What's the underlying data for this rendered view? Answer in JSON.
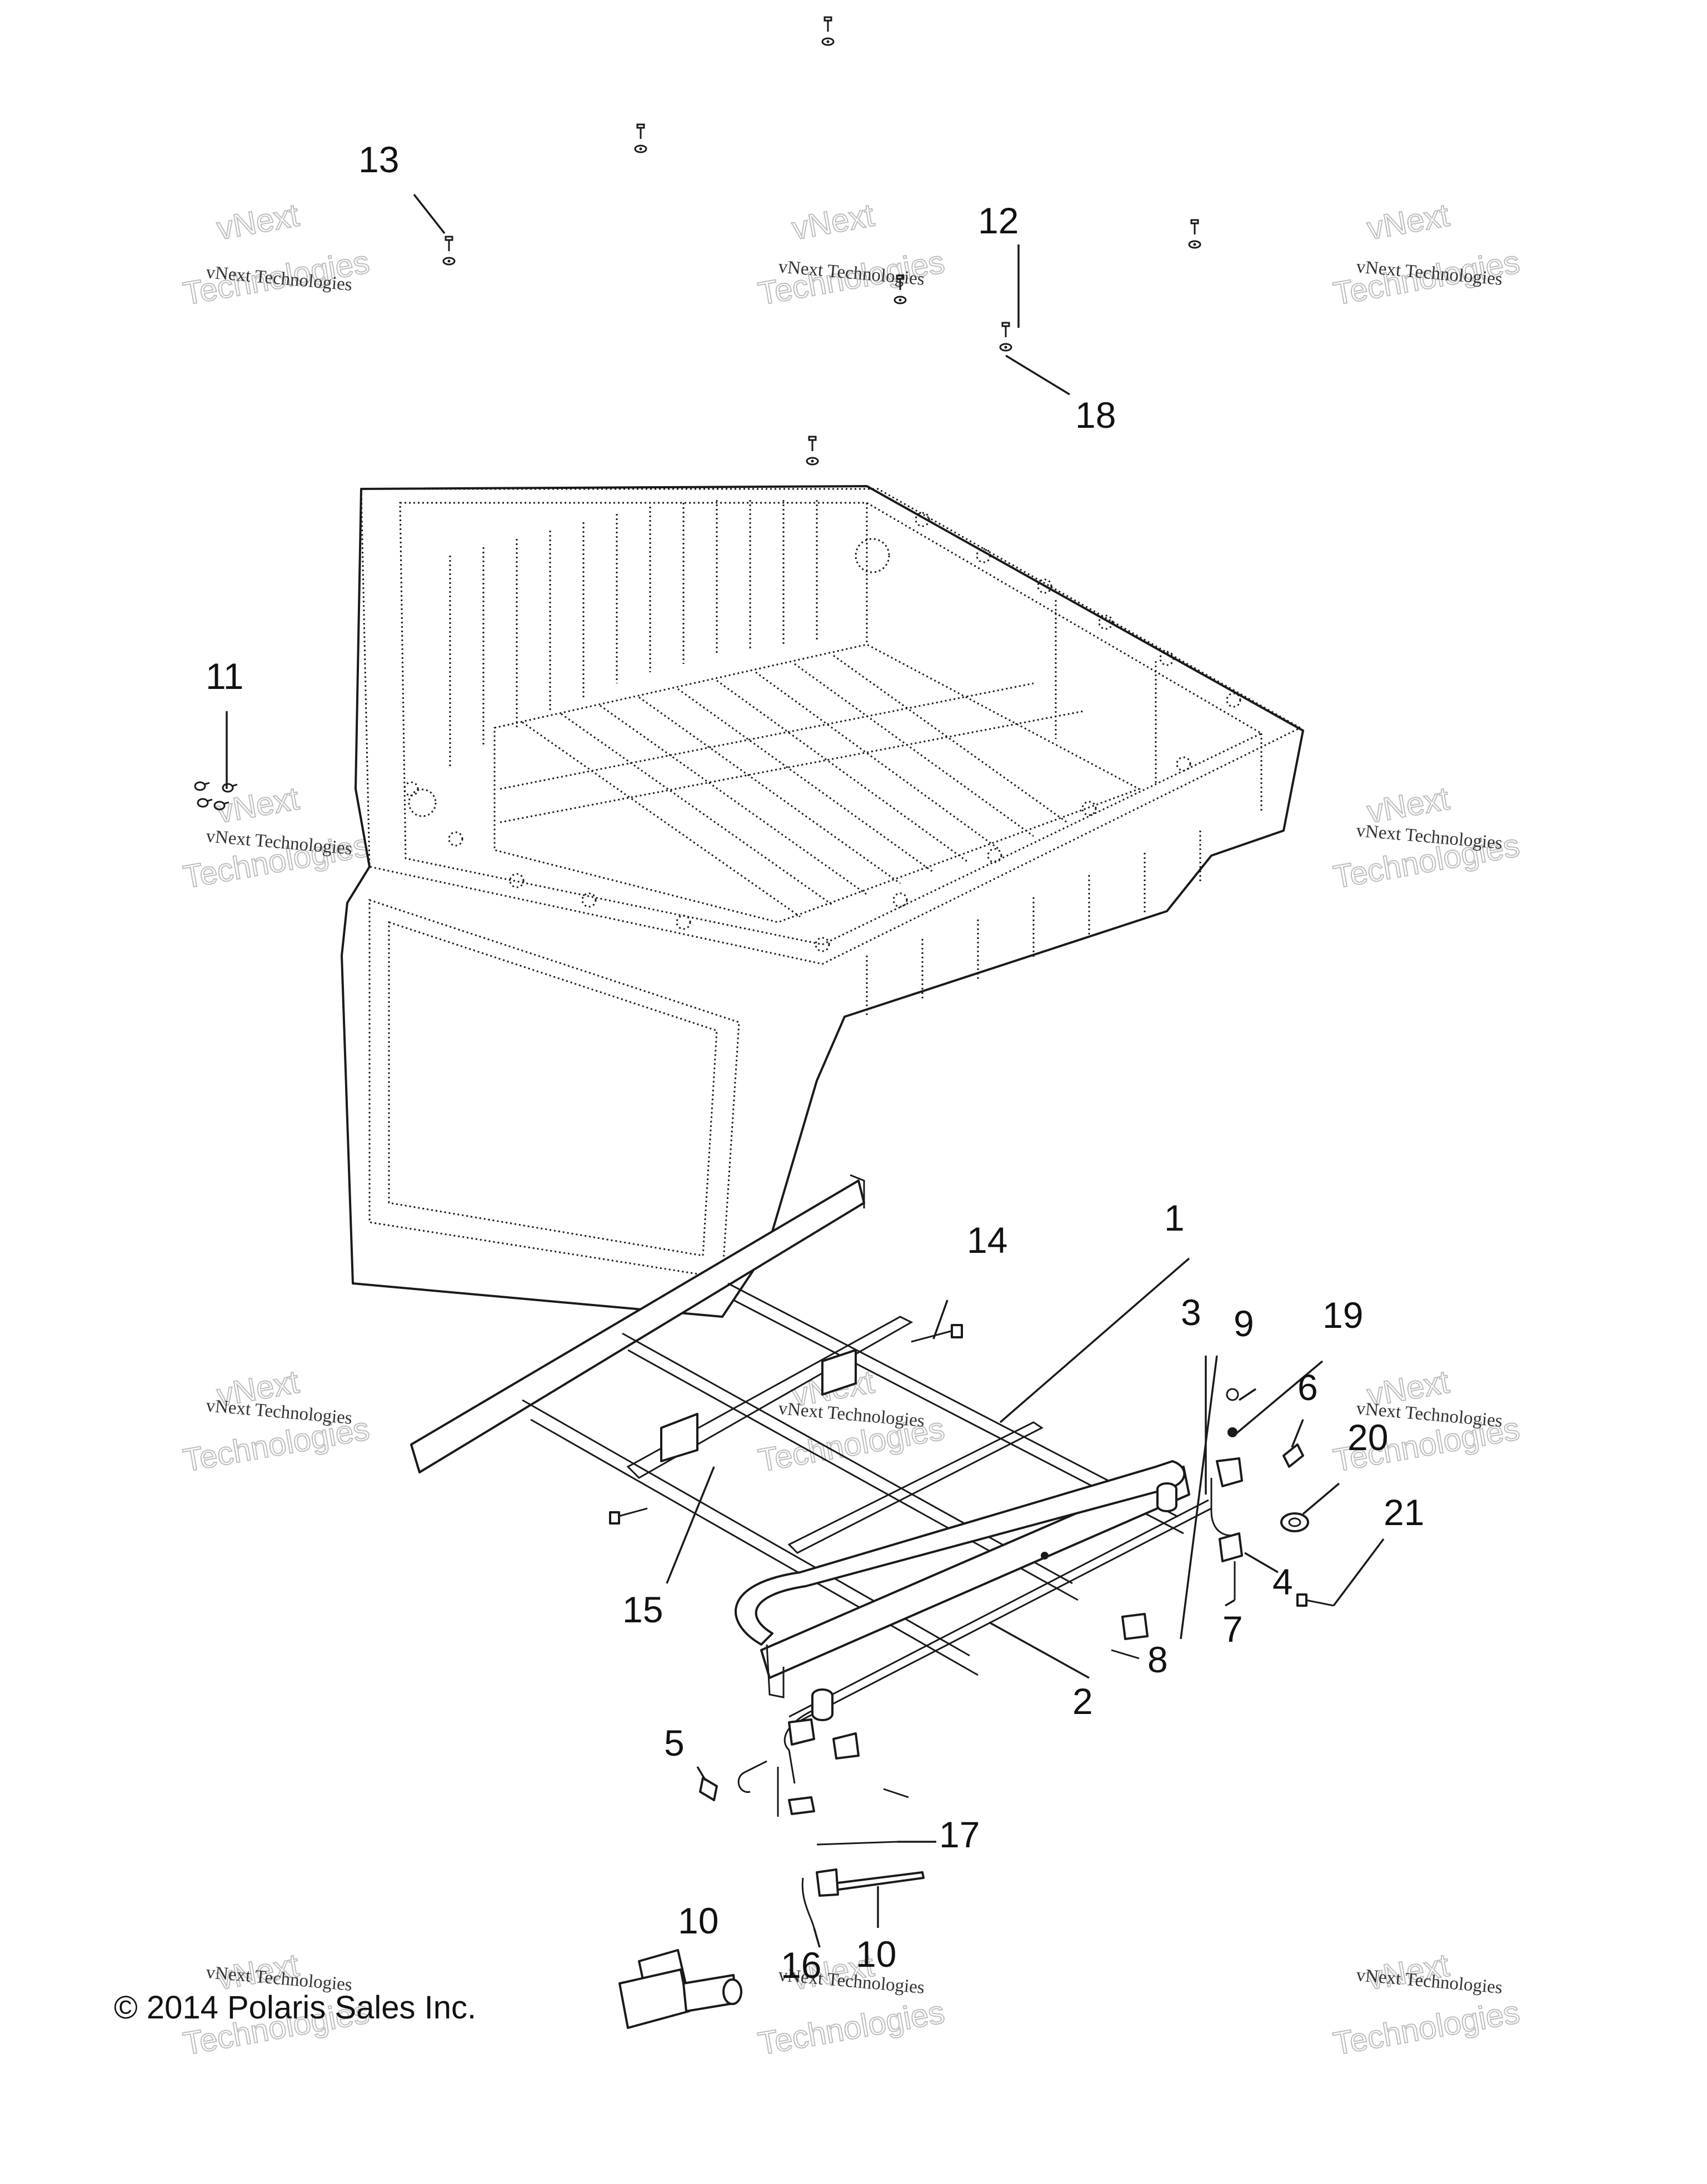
{
  "diagram": {
    "callouts": [
      {
        "id": "c1",
        "label": "1"
      },
      {
        "id": "c2",
        "label": "2"
      },
      {
        "id": "c3",
        "label": "3"
      },
      {
        "id": "c4",
        "label": "4"
      },
      {
        "id": "c5",
        "label": "5"
      },
      {
        "id": "c6",
        "label": "6"
      },
      {
        "id": "c7",
        "label": "7"
      },
      {
        "id": "c8",
        "label": "8"
      },
      {
        "id": "c9",
        "label": "9"
      },
      {
        "id": "c10a",
        "label": "10"
      },
      {
        "id": "c10b",
        "label": "10"
      },
      {
        "id": "c11",
        "label": "11"
      },
      {
        "id": "c12",
        "label": "12"
      },
      {
        "id": "c13",
        "label": "13"
      },
      {
        "id": "c14",
        "label": "14"
      },
      {
        "id": "c15",
        "label": "15"
      },
      {
        "id": "c16",
        "label": "16"
      },
      {
        "id": "c17",
        "label": "17"
      },
      {
        "id": "c18",
        "label": "18"
      },
      {
        "id": "c19",
        "label": "19"
      },
      {
        "id": "c20",
        "label": "20"
      },
      {
        "id": "c21",
        "label": "21"
      }
    ]
  },
  "watermark": {
    "line_small": "vNext Technologies",
    "word_top": "vNext",
    "word_bottom": "Technologies"
  },
  "copyright": "© 2014 Polaris Sales Inc."
}
